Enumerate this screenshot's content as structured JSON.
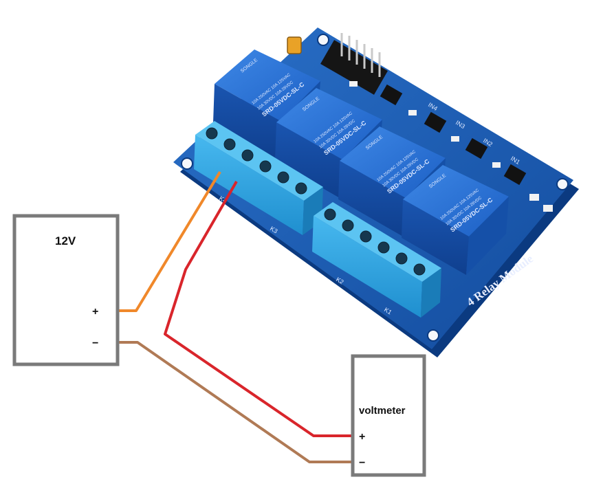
{
  "source_box": {
    "label": "12V",
    "plus": "+",
    "minus": "−"
  },
  "meter_box": {
    "label": "voltmeter",
    "plus": "+",
    "minus": "−"
  },
  "module": {
    "title": "4 Relay Module",
    "relays": [
      {
        "brand": "SONGLE",
        "lines": [
          "10A 250VAC 10A 125VAC",
          "10A 30VDC 10A 28VDC"
        ],
        "model": "SRD-05VDC-SL-C"
      },
      {
        "brand": "SONGLE",
        "lines": [
          "10A 250VAC 10A 125VAC",
          "10A 30VDC 10A 28VDC"
        ],
        "model": "SRD-05VDC-SL-C"
      },
      {
        "brand": "SONGLE",
        "lines": [
          "10A 250VAC 10A 125VAC",
          "10A 30VDC 10A 28VDC"
        ],
        "model": "SRD-05VDC-SL-C"
      },
      {
        "brand": "SONGLE",
        "lines": [
          "10A 250VAC 10A 125VAC",
          "10A 30VDC 10A 28VDC"
        ],
        "model": "SRD-05VDC-SL-C"
      }
    ],
    "inputs": [
      "IN4",
      "IN3",
      "IN2",
      "IN1"
    ],
    "terminals": [
      "K4",
      "K3",
      "K2",
      "K1"
    ]
  },
  "colors": {
    "box_border": "#7a7a7a",
    "board": "#1c5fb8",
    "board_dark": "#0d3f8a",
    "relay": "#1f6ad0",
    "terminal": "#2aa3e0",
    "wire_orange": "#f0882a",
    "wire_red": "#d9252b",
    "wire_brown": "#b07a55"
  }
}
